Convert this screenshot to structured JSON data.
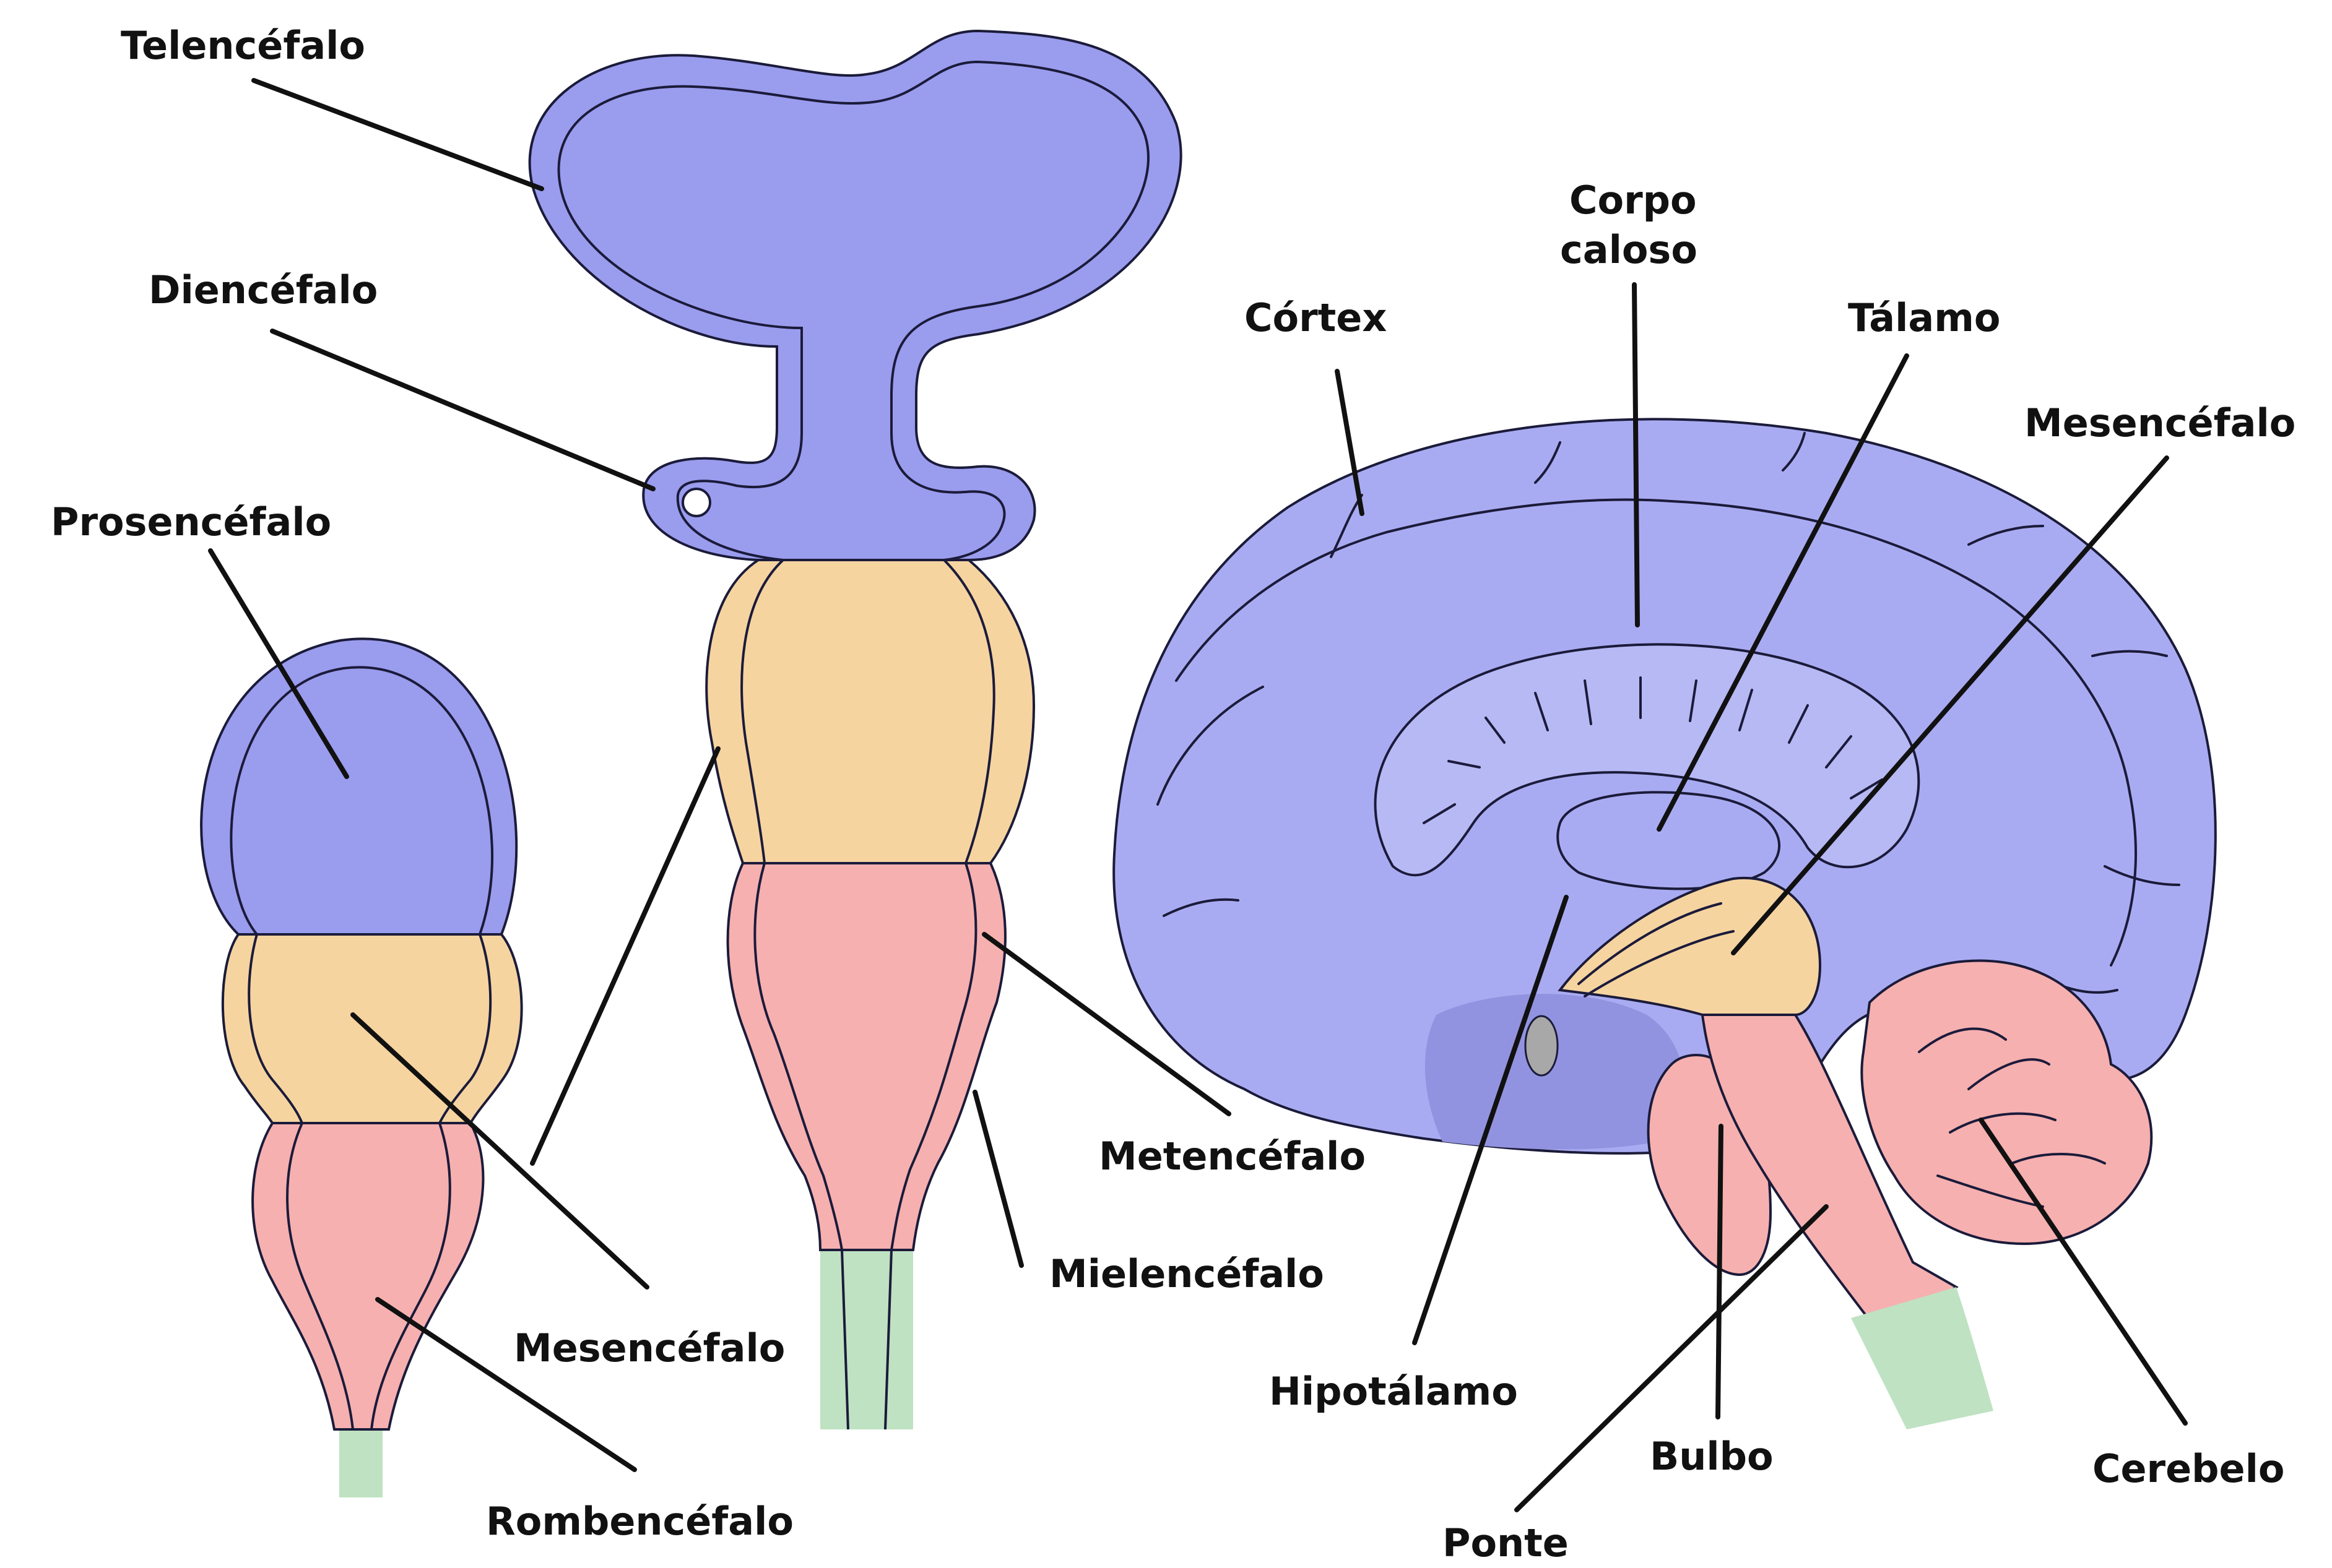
{
  "labels": {
    "telencefalo": "Telencéfalo",
    "diencefalo": "Diencéfalo",
    "prosencefalo": "Prosencéfalo",
    "mesencefalo_embryo": "Mesencéfalo",
    "rombencefalo": "Rombencéfalo",
    "metencefalo": "Metencéfalo",
    "mielencefalo": "Mielencéfalo",
    "corpo_caloso_line1": "Corpo",
    "corpo_caloso_line2": "caloso",
    "cortex": "Córtex",
    "talamo": "Tálamo",
    "mesencefalo_adult": "Mesencéfalo",
    "hipotalamo": "Hipotálamo",
    "bulbo": "Bulbo",
    "cerebelo": "Cerebelo",
    "ponte": "Ponte"
  },
  "colors": {
    "forebrain": "#a9abf2",
    "forebrain_wall": "#9a9cee",
    "midbrain": "#f6d4a0",
    "hindbrain": "#f6b0b0",
    "spinal_cord": "#bfe2c2",
    "hypothalamus_nucleus": "#a8a8a8",
    "leader_line": "#111111"
  }
}
